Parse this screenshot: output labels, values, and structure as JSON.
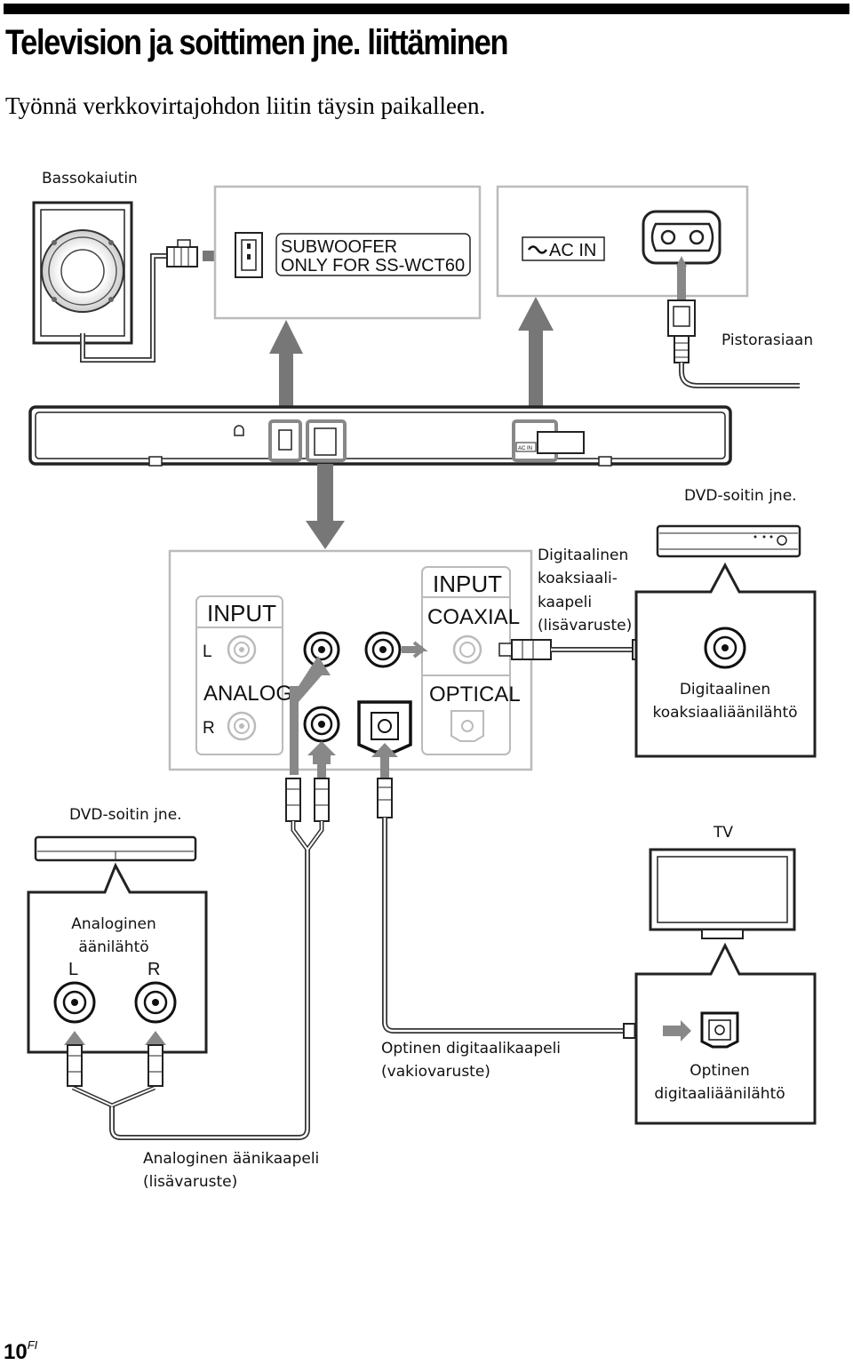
{
  "page": {
    "title": "Television ja soittimen jne. liittäminen",
    "subtitle": "Työnnä verkkovirtajohdon liitin täysin paikalleen.",
    "page_number": "10",
    "page_suffix": "FI"
  },
  "diagram": {
    "subwoofer_label": "Bassokaiutin",
    "subwoofer_panel_line1": "SUBWOOFER",
    "subwoofer_panel_line2": "ONLY FOR SS-WCT60",
    "ac_in_label": "AC IN",
    "ac_in_small": "AC IN",
    "outlet_label": "Pistorasiaan",
    "dvd_top_label": "DVD-soitin jne.",
    "input_panel": {
      "analog_input": "INPUT",
      "l": "L",
      "analog": "ANALOG",
      "r": "R",
      "digital_input": "INPUT",
      "coaxial": "COAXIAL",
      "optical": "OPTICAL"
    },
    "coax_cable_line1": "Digitaalinen",
    "coax_cable_line2": "koaksiaali-",
    "coax_cable_line3": "kaapeli",
    "coax_cable_line4": "(lisävaruste)",
    "coax_out_line1": "Digitaalinen",
    "coax_out_line2": "koaksiaaliäänilähtö",
    "dvd_left_label": "DVD-soitin jne.",
    "tv_label": "TV",
    "analog_out_line1": "Analoginen",
    "analog_out_line2": "äänilähtö",
    "analog_out_l": "L",
    "analog_out_r": "R",
    "optical_cable_line1": "Optinen digitaalikaapeli",
    "optical_cable_line2": "(vakiovaruste)",
    "optical_out_line1": "Optinen",
    "optical_out_line2": "digitaaliäänilähtö",
    "analog_cable_line1": "Analoginen äänikaapeli",
    "analog_cable_line2": "(lisävaruste)"
  }
}
